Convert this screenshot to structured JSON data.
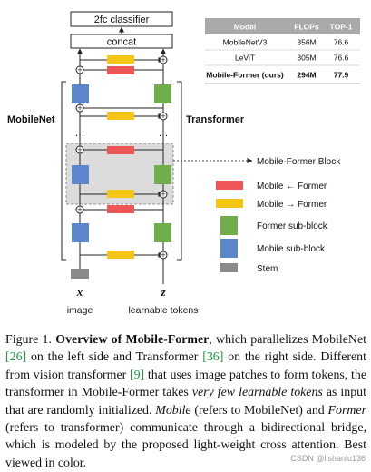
{
  "figure": {
    "classifier_label": "2fc classifier",
    "concat_label": "concat",
    "left_label": "MobileNet",
    "right_label": "Transformer",
    "block_label": "Mobile-Former Block",
    "input_left_symbol": "x",
    "input_right_symbol": "z",
    "input_left_caption": "image",
    "input_right_caption": "learnable tokens",
    "ellipsis": "…",
    "plus": "+",
    "legend": [
      {
        "label": "Mobile ← Former",
        "color": "#ee5555"
      },
      {
        "label": "Mobile → Former",
        "color": "#f5c518"
      },
      {
        "label": "Former sub-block",
        "color": "#6fae4a"
      },
      {
        "label": "Mobile sub-block",
        "color": "#5b86cc"
      },
      {
        "label": "Stem",
        "color": "#8a8a8a"
      }
    ],
    "colors": {
      "mobile_to_former": "#f5c518",
      "former_to_mobile": "#ee5555",
      "former_block": "#6fae4a",
      "mobile_block": "#5b86cc",
      "stem": "#8a8a8a",
      "highlight": "#dcdcdc"
    }
  },
  "table": {
    "headers": [
      "Model",
      "FLOPs",
      "TOP-1"
    ],
    "rows": [
      {
        "model": "MobileNetV3",
        "flops": "356M",
        "top1": "76.6",
        "bold": false
      },
      {
        "model": "LeViT",
        "flops": "305M",
        "top1": "76.6",
        "bold": false
      },
      {
        "model": "Mobile-Former (ours)",
        "flops": "294M",
        "top1": "77.9",
        "bold": true
      }
    ],
    "header_color": "#a9a9a9"
  },
  "caption": {
    "fig_label": "Figure 1.",
    "title": "Overview of Mobile-Former",
    "t1": ", which parallelizes MobileNet ",
    "ref1": "[26]",
    "t2": " on the left side and Transformer ",
    "ref2": "[36]",
    "t3": " on the right side. Different from vision transformer ",
    "ref3": "[9]",
    "t4": " that uses image patches to form tokens, the transformer in Mobile-Former takes ",
    "em1": "very few learnable tokens",
    "t5": " as input that are randomly initialized. ",
    "em2": "Mobile",
    "t6": " (refers to MobileNet) and ",
    "em3": "Former",
    "t7": " (refers to transformer) communicate through a bidirectional bridge, which is modeled by the proposed light-weight cross attention. Best viewed in color."
  },
  "watermark": "CSDN @lishanlu136"
}
